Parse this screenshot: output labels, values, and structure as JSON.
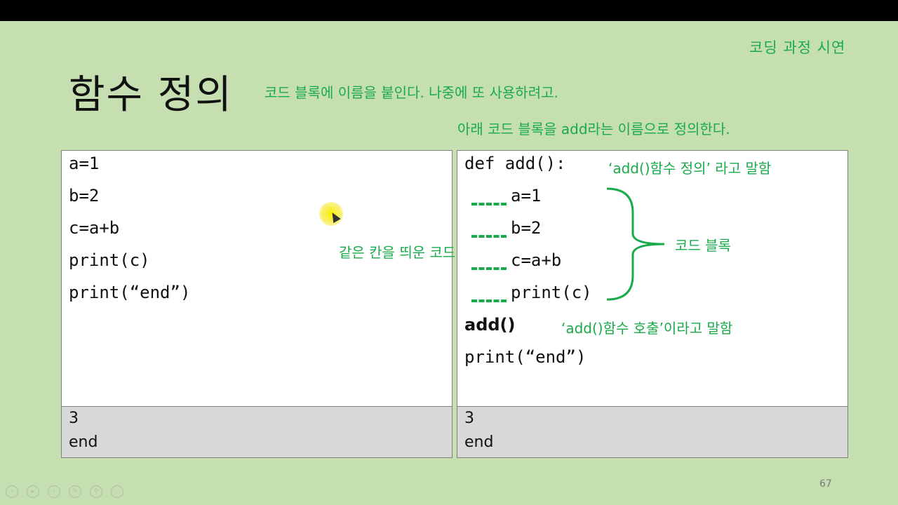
{
  "header": {
    "top_right": "코딩 과정 시연",
    "title": "함수 정의",
    "desc1": "코드 블록에 이름을 붙인다. 나중에 또 사용하려고.",
    "desc2": "아래 코드 블록을 add라는 이름으로 정의한다."
  },
  "left_panel": {
    "code": [
      "a=1",
      "b=2",
      "c=a+b",
      "print(c)",
      "print(“end”)"
    ],
    "note": "같은 칸을 띄운 코드",
    "output": [
      "3",
      "end"
    ]
  },
  "right_panel": {
    "def_line": "def add():",
    "def_note": "‘add()함수 정의’ 라고 말함",
    "block": [
      "a=1",
      "b=2",
      "c=a+b",
      "print(c)"
    ],
    "block_note": "코드 블록",
    "call_line": "add()",
    "call_note": "‘add()함수 호출’이라고 말함",
    "last_line": "print(“end”)",
    "output": [
      "3",
      "end"
    ]
  },
  "footer": {
    "page_number": "67"
  },
  "colors": {
    "accent": "#1aaa4a",
    "background": "#c5dfb1",
    "output_bg": "#d8d8d8"
  },
  "controls": [
    "prev-icon",
    "play-icon",
    "next-icon",
    "pen-icon",
    "zoom-icon",
    "more-icon"
  ]
}
